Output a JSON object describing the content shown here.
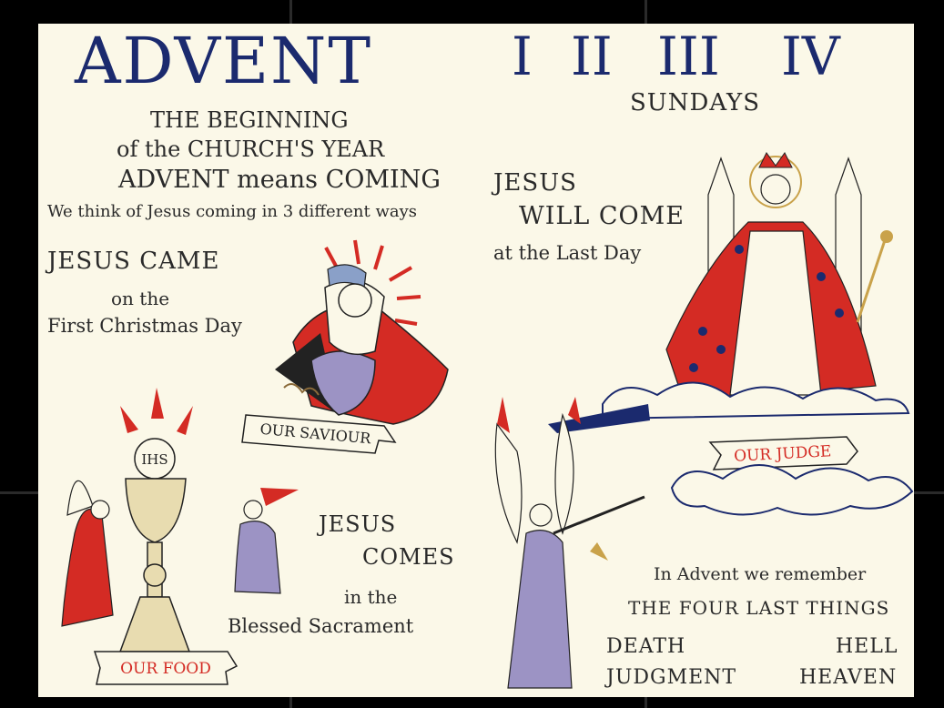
{
  "title": "ADVENT",
  "sunday_numerals": [
    "I",
    "II",
    "III",
    "IV"
  ],
  "sundays_label": "SUNDAYS",
  "intro": {
    "line1": "THE BEGINNING",
    "line2": "of the CHURCH'S YEAR",
    "line3": "ADVENT means COMING",
    "line4": "We think of Jesus coming in 3 different ways"
  },
  "came": {
    "line1": "JESUS CAME",
    "line2": "on the",
    "line3": "First Christmas Day"
  },
  "will_come": {
    "line1": "JESUS",
    "line2": "WILL COME",
    "line3": "at the Last Day"
  },
  "comes": {
    "line1": "JESUS",
    "line2": "COMES",
    "line3": "in the",
    "line4": "Blessed Sacrament"
  },
  "banners": {
    "saviour": "OUR SAVIOUR",
    "judge": "OUR JUDGE",
    "food": "OUR FOOD"
  },
  "host_monogram": "IHS",
  "remember": {
    "line1": "In Advent we remember",
    "line2": "THE FOUR LAST THINGS",
    "death": "DEATH",
    "hell": "HELL",
    "judgment": "JUDGMENT",
    "heaven": "HEAVEN"
  },
  "colors": {
    "red": "#d42b24",
    "blue": "#1b2a6e",
    "paper": "#fbf8e8",
    "lavender": "#9c93c4",
    "gold": "#c9a24a"
  }
}
